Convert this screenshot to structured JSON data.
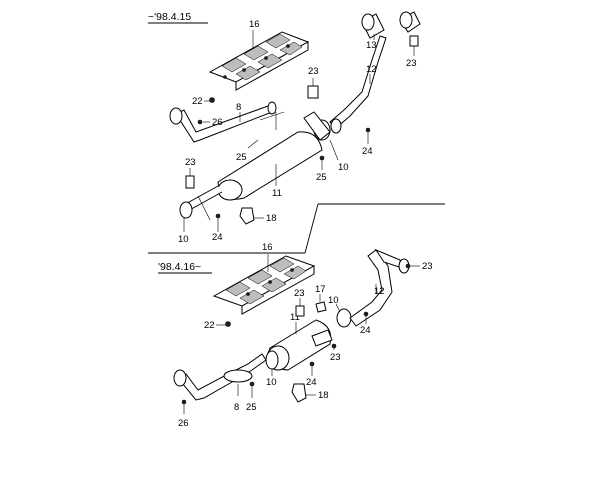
{
  "sections": {
    "upper_label": "~'98.4.15",
    "lower_label": "'98.4.16~"
  },
  "callouts": {
    "upper": {
      "p16": "16",
      "p13": "13",
      "p23a": "23",
      "p23b": "23",
      "p12": "12",
      "p22": "22",
      "p8": "8",
      "p26": "26",
      "p25a": "25",
      "p23c": "23",
      "p24a": "24",
      "p25b": "25",
      "p10a": "10",
      "p11": "11",
      "p18": "18",
      "p10b": "10",
      "p24b": "24"
    },
    "lower": {
      "p16": "16",
      "p23a": "23",
      "p23b": "23",
      "p17": "17",
      "p10a": "10",
      "p22": "22",
      "p11": "11",
      "p12": "12",
      "p24a": "24",
      "p23c": "23",
      "p10b": "10",
      "p24b": "24",
      "p18": "18",
      "p8": "8",
      "p25": "25",
      "p26": "26"
    }
  }
}
